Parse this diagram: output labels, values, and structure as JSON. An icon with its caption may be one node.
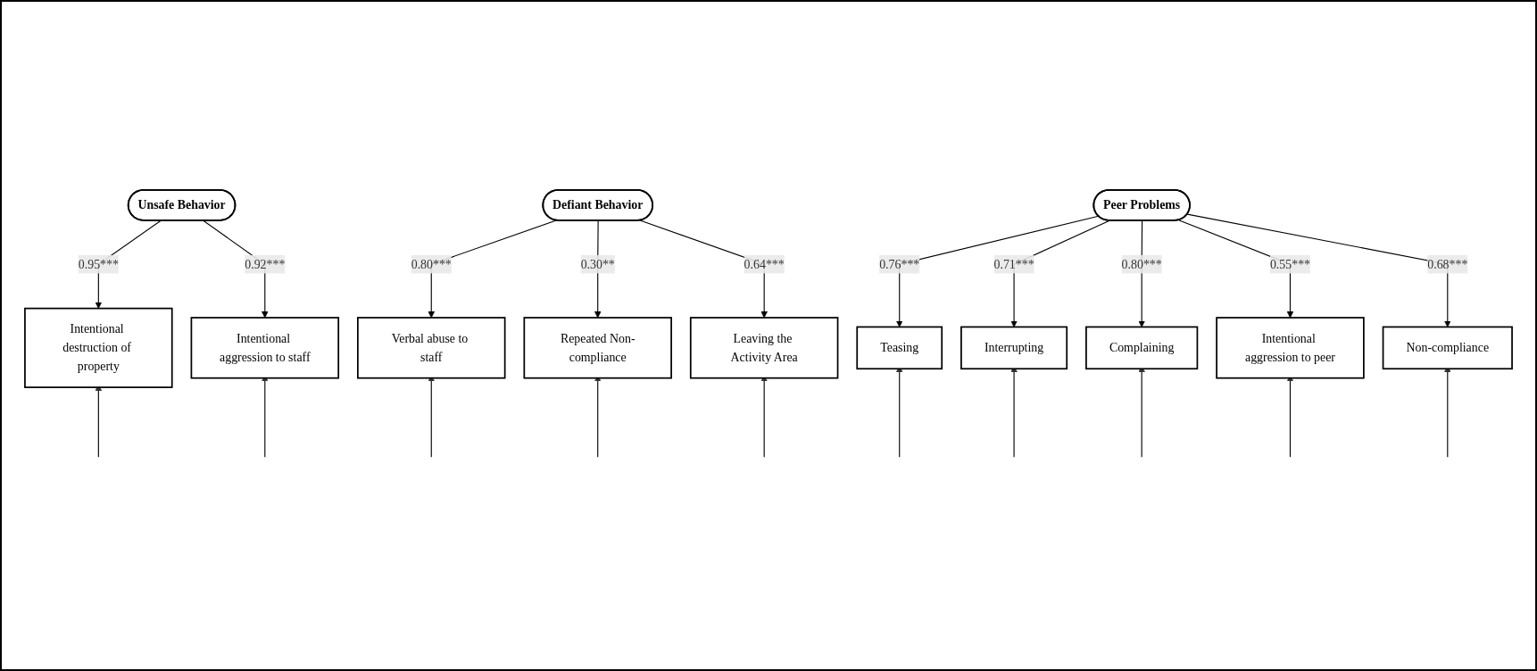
{
  "diagram": {
    "nodes": [
      {
        "text": [
          "Unsafe Behavior"
        ]
      },
      {
        "text": [
          "Defiant Behavior"
        ]
      },
      {
        "text": [
          "Peer Problems"
        ]
      },
      {
        "text": [
          "Intentional destruction of property"
        ]
      },
      {
        "text": [
          "Intentional aggression to staff"
        ]
      },
      {
        "text": [
          "Verbal abuse to staff"
        ]
      },
      {
        "text": [
          "Repeated Non-compliance"
        ]
      },
      {
        "text": [
          "Leaving the Activity Area"
        ]
      },
      {
        "text": [
          "Teasing"
        ]
      },
      {
        "text": [
          "Interrupting"
        ]
      },
      {
        "text": [
          "Complaining"
        ]
      },
      {
        "text": [
          "Intentional aggression to peer"
        ]
      },
      {
        "text": [
          "Non-compliance"
        ]
      }
    ],
    "edges": [
      {
        "from": 0,
        "to": 3,
        "arrow": "to",
        "label": "0.95***"
      },
      {
        "from": 0,
        "to": 4,
        "arrow": "to",
        "label": "0.92***"
      },
      {
        "from": 1,
        "to": 5,
        "arrow": "to",
        "label": "0.80***"
      },
      {
        "from": 1,
        "to": 6,
        "arrow": "to",
        "label": "0.30**"
      },
      {
        "from": 1,
        "to": 7,
        "arrow": "to",
        "label": "0.64***"
      },
      {
        "from": 2,
        "to": 8,
        "arrow": "to",
        "label": "0.76***"
      },
      {
        "from": 2,
        "to": 9,
        "arrow": "to",
        "label": "0.71***"
      },
      {
        "from": 2,
        "to": 10,
        "arrow": "to",
        "label": "0.80***"
      },
      {
        "from": 2,
        "to": 11,
        "arrow": "to",
        "label": "0.55***"
      },
      {
        "from": 2,
        "to": 12,
        "arrow": "to",
        "label": "0.68***"
      },
      {
        "from": null,
        "to": 3,
        "arrow": "to"
      },
      {
        "from": null,
        "to": 4,
        "arrow": "to"
      },
      {
        "from": null,
        "to": 5,
        "arrow": "to"
      },
      {
        "from": null,
        "to": 6,
        "arrow": "to"
      },
      {
        "from": null,
        "to": 7,
        "arrow": "to"
      },
      {
        "from": null,
        "to": 8,
        "arrow": "to"
      },
      {
        "from": null,
        "to": 9,
        "arrow": "to"
      },
      {
        "from": null,
        "to": 10,
        "arrow": "to"
      },
      {
        "from": null,
        "to": 11,
        "arrow": "to"
      },
      {
        "from": null,
        "to": 12,
        "arrow": "to"
      }
    ]
  }
}
